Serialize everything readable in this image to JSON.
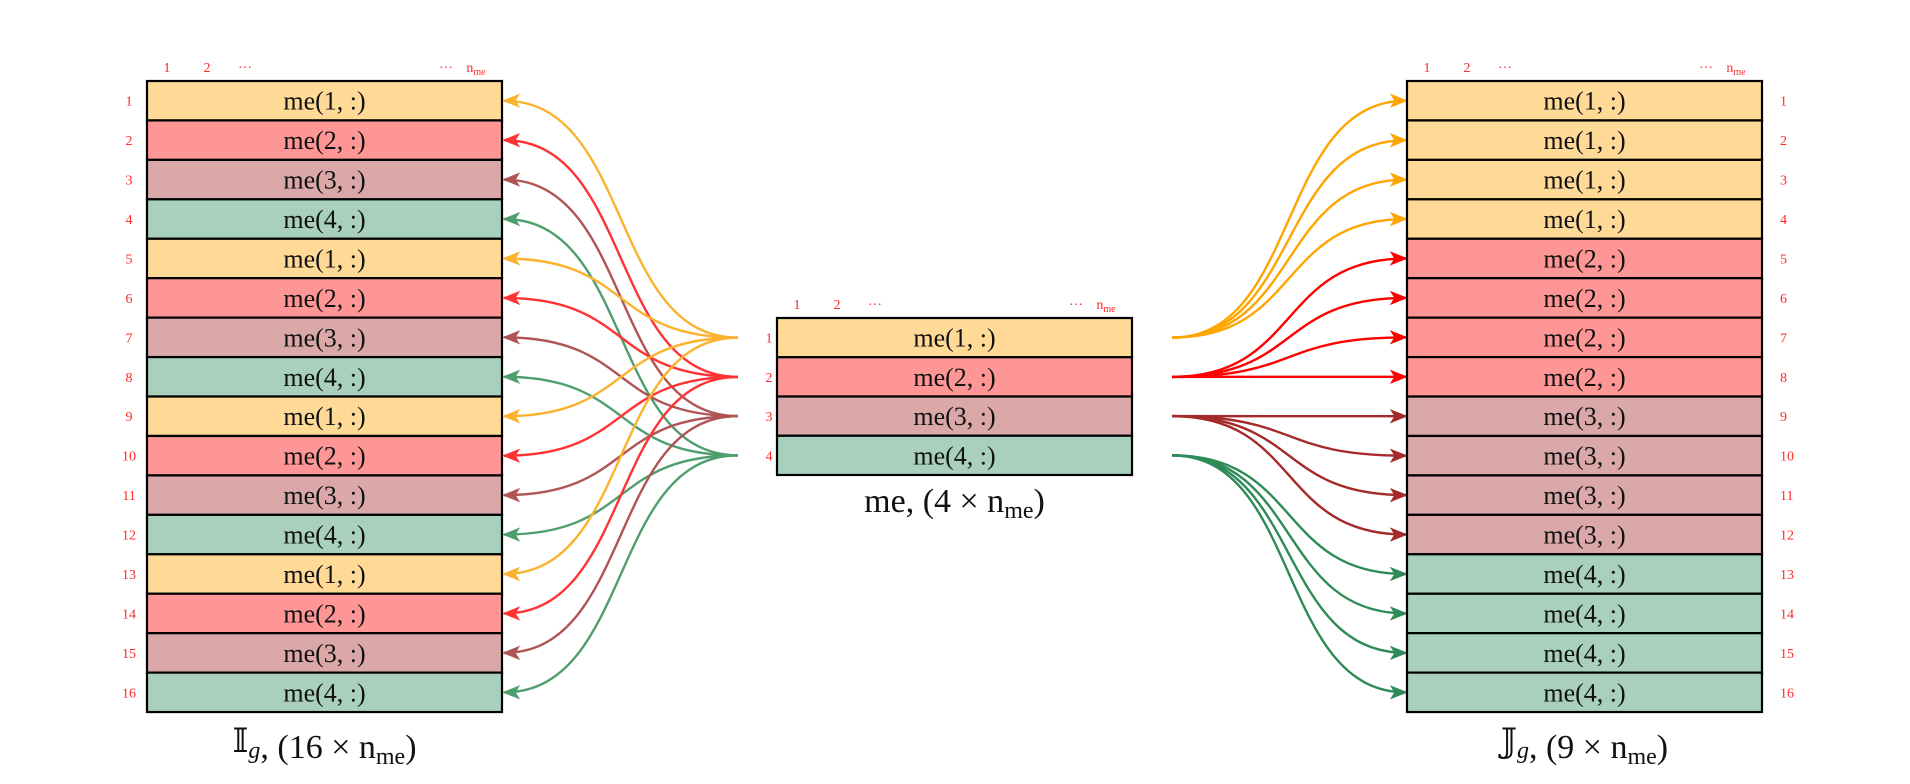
{
  "colors": {
    "row_fill": {
      "1": "#FFDA96",
      "2": "#FF9696",
      "3": "#DAA8A8",
      "4": "#A8D0BC"
    },
    "left_arrow": {
      "1": "#FBB32F",
      "2": "#FF3333",
      "3": "#B05555",
      "4": "#4F9E6E"
    },
    "right_arrow": {
      "1": "#FFA500",
      "2": "#FF0000",
      "3": "#A52A2A",
      "4": "#2E8B57"
    },
    "index_label": "#FF2A2A",
    "border": "#000000"
  },
  "column_header": {
    "first": "1",
    "second": "2",
    "dots_left": "···",
    "dots_right": "···",
    "last_main": "n",
    "last_sub": "me"
  },
  "tables": {
    "left": {
      "name": "Ig",
      "caption": {
        "symbol": "𝕀",
        "symbol_sub": "g",
        "sep": ",",
        "paren_open": "(",
        "count": "16",
        "times": "×",
        "n": "n",
        "n_sub": "me",
        "paren_close": ")"
      },
      "rows": [
        {
          "index": "1",
          "label": "me(1, :)",
          "src": 1
        },
        {
          "index": "2",
          "label": "me(2, :)",
          "src": 2
        },
        {
          "index": "3",
          "label": "me(3, :)",
          "src": 3
        },
        {
          "index": "4",
          "label": "me(4, :)",
          "src": 4
        },
        {
          "index": "5",
          "label": "me(1, :)",
          "src": 1
        },
        {
          "index": "6",
          "label": "me(2, :)",
          "src": 2
        },
        {
          "index": "7",
          "label": "me(3, :)",
          "src": 3
        },
        {
          "index": "8",
          "label": "me(4, :)",
          "src": 4
        },
        {
          "index": "9",
          "label": "me(1, :)",
          "src": 1
        },
        {
          "index": "10",
          "label": "me(2, :)",
          "src": 2
        },
        {
          "index": "11",
          "label": "me(3, :)",
          "src": 3
        },
        {
          "index": "12",
          "label": "me(4, :)",
          "src": 4
        },
        {
          "index": "13",
          "label": "me(1, :)",
          "src": 1
        },
        {
          "index": "14",
          "label": "me(2, :)",
          "src": 2
        },
        {
          "index": "15",
          "label": "me(3, :)",
          "src": 3
        },
        {
          "index": "16",
          "label": "me(4, :)",
          "src": 4
        }
      ]
    },
    "middle": {
      "name": "me",
      "caption": {
        "symbol": "me",
        "symbol_sub": "",
        "sep": ",",
        "paren_open": "(",
        "count": "4",
        "times": "×",
        "n": "n",
        "n_sub": "me",
        "paren_close": ")"
      },
      "rows": [
        {
          "index": "1",
          "label": "me(1, :)",
          "src": 1
        },
        {
          "index": "2",
          "label": "me(2, :)",
          "src": 2
        },
        {
          "index": "3",
          "label": "me(3, :)",
          "src": 3
        },
        {
          "index": "4",
          "label": "me(4, :)",
          "src": 4
        }
      ]
    },
    "right": {
      "name": "Jg",
      "caption": {
        "symbol": "𝕁",
        "symbol_sub": "g",
        "sep": ",",
        "paren_open": "(",
        "count": "9",
        "times": "×",
        "n": "n",
        "n_sub": "me",
        "paren_close": ")"
      },
      "rows": [
        {
          "index": "1",
          "label": "me(1, :)",
          "src": 1
        },
        {
          "index": "2",
          "label": "me(1, :)",
          "src": 1
        },
        {
          "index": "3",
          "label": "me(1, :)",
          "src": 1
        },
        {
          "index": "4",
          "label": "me(1, :)",
          "src": 1
        },
        {
          "index": "5",
          "label": "me(2, :)",
          "src": 2
        },
        {
          "index": "6",
          "label": "me(2, :)",
          "src": 2
        },
        {
          "index": "7",
          "label": "me(2, :)",
          "src": 2
        },
        {
          "index": "8",
          "label": "me(2, :)",
          "src": 2
        },
        {
          "index": "9",
          "label": "me(3, :)",
          "src": 3
        },
        {
          "index": "10",
          "label": "me(3, :)",
          "src": 3
        },
        {
          "index": "11",
          "label": "me(3, :)",
          "src": 3
        },
        {
          "index": "12",
          "label": "me(3, :)",
          "src": 3
        },
        {
          "index": "13",
          "label": "me(4, :)",
          "src": 4
        },
        {
          "index": "14",
          "label": "me(4, :)",
          "src": 4
        },
        {
          "index": "15",
          "label": "me(4, :)",
          "src": 4
        },
        {
          "index": "16",
          "label": "me(4, :)",
          "src": 4
        }
      ]
    }
  }
}
